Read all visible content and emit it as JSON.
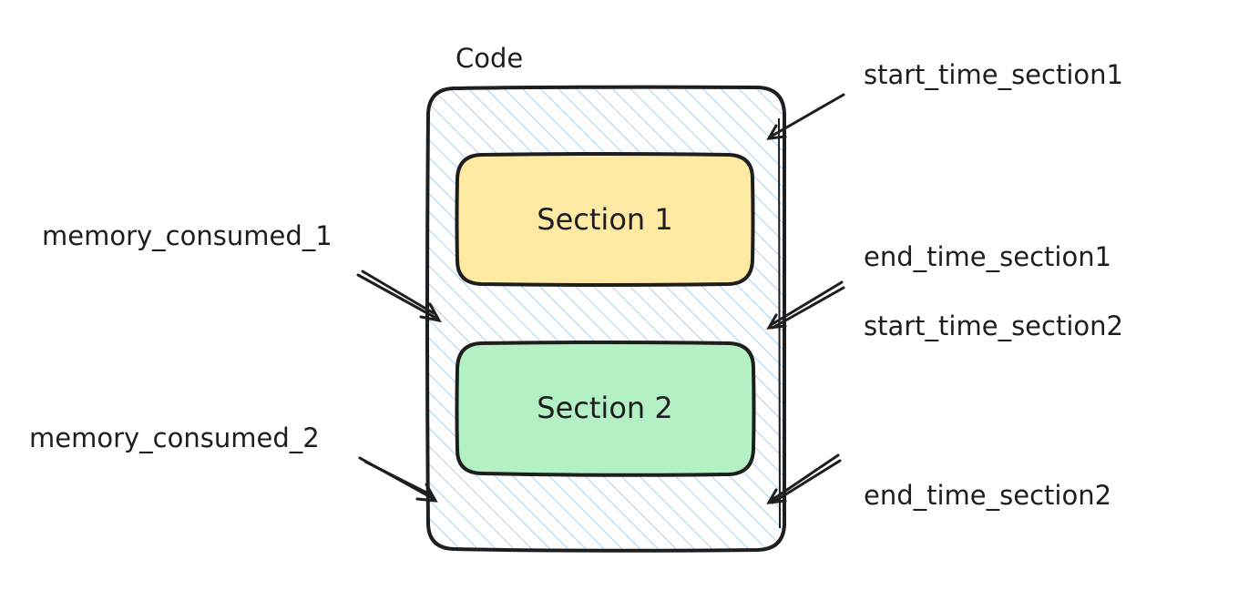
{
  "diagram": {
    "title": "Code",
    "sections": [
      {
        "label": "Section 1",
        "fill": "#ffeaa4",
        "stroke": "#1e1e1e"
      },
      {
        "label": "Section 2",
        "fill": "#b3f0c3",
        "stroke": "#1e1e1e"
      }
    ],
    "container": {
      "hatch_color": "#a5d2f4",
      "stroke": "#1e1e1e"
    },
    "left_labels": [
      "memory_consumed_1",
      "memory_consumed_2"
    ],
    "right_labels": [
      "start_time_section1",
      "end_time_section1",
      "start_time_section2",
      "end_time_section2"
    ]
  }
}
